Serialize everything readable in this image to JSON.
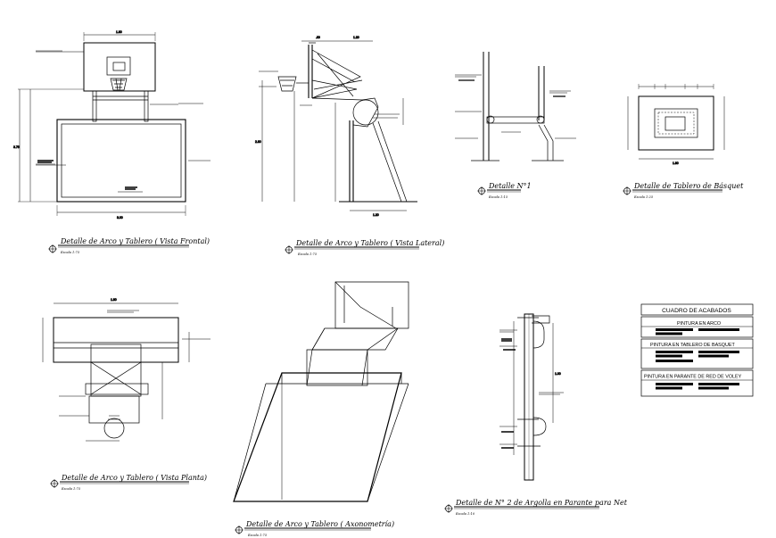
{
  "views": [
    {
      "title": "Detalle de Arco y Tablero ( Vista Frontal)",
      "scale": "Escala 1:75"
    },
    {
      "title": "Detalle de Arco y Tablero ( Vista Lateral)",
      "scale": "Escala 1:75"
    },
    {
      "title": "Detalle N°1",
      "scale": "Escala 1:15"
    },
    {
      "title": "Detalle de Tablero de Básquet",
      "scale": "Escala 1:25"
    },
    {
      "title": "Detalle de Arco y Tablero ( Vista Planta)",
      "scale": "Escala 1:75"
    },
    {
      "title": "Detalle de Arco y Tablero ( Axonometría)",
      "scale": "Escala 1:75"
    },
    {
      "title": "Detalle de N° 2 de Argolla en Parante para Net",
      "scale": "Escala 1:10"
    }
  ],
  "finishes_table": {
    "header": "CUADRO DE ACABADOS",
    "rows": [
      {
        "label": "PINTURA EN ARCO"
      },
      {
        "label": "PINTURA EN TABLERO DE BASQUET"
      },
      {
        "label": "PINTURA EN PARANTE DE RED DE VOLEY"
      }
    ]
  },
  "dimensions": {
    "front_top": "1.80",
    "front_bottom": "3.00",
    "front_height": "3.75",
    "lateral_top_a": ".30",
    "lateral_top_b": "1.20",
    "lateral_height": "2.80",
    "lateral_base": "1.20",
    "board_width": "1.80",
    "plan_width": "1.80",
    "net_height": "1.00"
  }
}
